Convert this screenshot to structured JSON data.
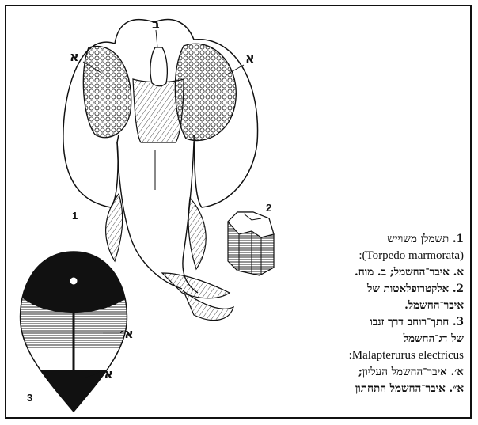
{
  "labels": {
    "a_left": "א",
    "b_top": "ב",
    "a_right": "א",
    "fig1": "1",
    "fig2": "2",
    "fig3": "3",
    "a_prime": "א׳",
    "a_double_prime": "א״"
  },
  "caption": {
    "line1": "1. תשמלן משוייש",
    "line2": ":(Torpedo marmorata)",
    "line3": "א. איבר־החשמל; ב. מוח.",
    "line4": "2. אלקטרופלאטות של",
    "line5": "איבר־החשמל.",
    "line6": "3. חתך־רוחב דרך זנבו",
    "line7": "של דג־החשמל",
    "line8": ":Malapterurus electricus",
    "line9": "א׳. איבר־החשמל העליון;",
    "line10": "א״. איבר־החשמל התחתון"
  }
}
